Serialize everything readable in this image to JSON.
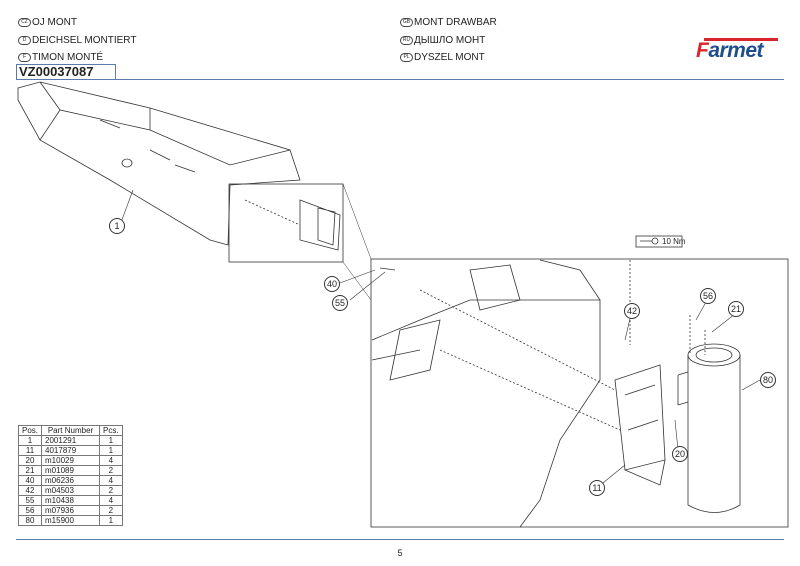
{
  "header": {
    "left": [
      {
        "code": "CZ",
        "text": "OJ MONT"
      },
      {
        "code": "D",
        "text": "DEICHSEL MONTIERT"
      },
      {
        "code": "F",
        "text": "TIMON MONTÉ"
      }
    ],
    "right": [
      {
        "code": "GB",
        "text": "MONT DRAWBAR"
      },
      {
        "code": "RU",
        "text": "ДЫШЛО МОНТ"
      },
      {
        "code": "PL",
        "text": "DYSZEL MONT"
      }
    ],
    "doc_number": "VZ00037087",
    "logo": "Farmet"
  },
  "parts_table": {
    "headers": [
      "Pos.",
      "Part Number",
      "Pcs."
    ],
    "rows": [
      [
        "1",
        "2001291",
        "1"
      ],
      [
        "11",
        "4017879",
        "1"
      ],
      [
        "20",
        "m10029",
        "4"
      ],
      [
        "21",
        "m01089",
        "2"
      ],
      [
        "40",
        "m06236",
        "4"
      ],
      [
        "42",
        "m04503",
        "2"
      ],
      [
        "55",
        "m10438",
        "4"
      ],
      [
        "56",
        "m07936",
        "2"
      ],
      [
        "80",
        "m15900",
        "1"
      ]
    ]
  },
  "drawing": {
    "callouts": [
      "1",
      "40",
      "55",
      "42",
      "56",
      "21",
      "80",
      "20",
      "11"
    ],
    "torque": "10 Nm"
  },
  "page_number": "5"
}
